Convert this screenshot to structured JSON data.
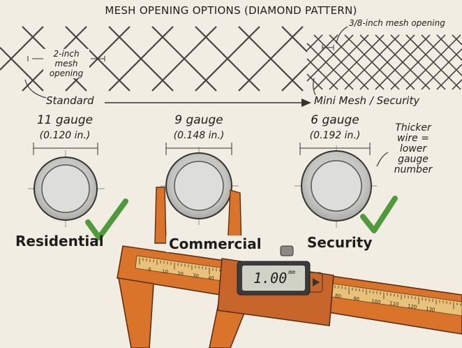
{
  "title": "MESH OPENING OPTIONS (DIAMOND PATTERN)",
  "mesh": {
    "standard_opening": "2-inch mesh opening",
    "standard_opening_lines": [
      "2-inch",
      "mesh",
      "opening"
    ],
    "mini_opening": "3/8-inch mesh opening",
    "standard_label": "Standard",
    "mini_label": "Mini Mesh / Security"
  },
  "gauges": [
    {
      "gauge": "11 gauge",
      "inches": "(0.120 in.)",
      "category": "Residential",
      "checked": true
    },
    {
      "gauge": "9 gauge",
      "inches": "(0.148 in.)",
      "category": "Commercial",
      "checked": false
    },
    {
      "gauge": "6 gauge",
      "inches": "(0.192 in.)",
      "category": "Security",
      "checked": true
    }
  ],
  "note_lines": [
    "Thicker",
    "wire =",
    "lower",
    "gauge",
    "number"
  ],
  "caliper": {
    "display": "1.00",
    "unit": "mm",
    "top_scale": [
      "0",
      "10",
      "20",
      "30",
      "40"
    ],
    "bottom_scale": [
      "80",
      "90",
      "100",
      "110",
      "120",
      "130"
    ],
    "colors": {
      "body": "#d9742a",
      "steel": "#c9c9c4",
      "lcd": "#cfd2c4"
    }
  },
  "colors": {
    "check": "#4f9a3a",
    "ink": "#1d1d1d",
    "paper": "#f2ede2"
  }
}
